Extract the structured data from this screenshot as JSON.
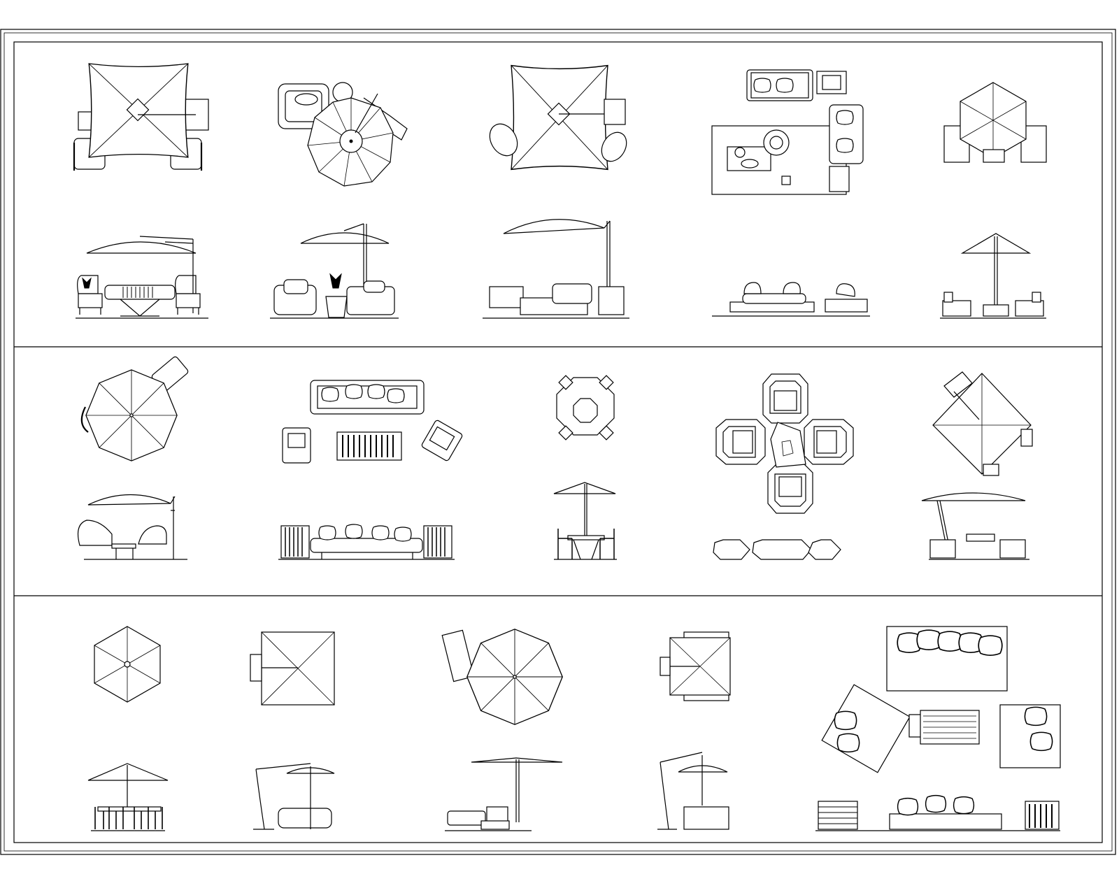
{
  "sheet": {
    "rows": 3,
    "line_color": "#000000",
    "background": "#ffffff"
  },
  "row1": [
    "umbrella-set-1",
    "umbrella-set-2",
    "umbrella-set-3",
    "lounge-set-4",
    "umbrella-set-5"
  ],
  "row2": [
    "umbrella-set-6",
    "sofa-set-7",
    "dining-set-8",
    "armchair-set-9",
    "umbrella-set-10"
  ],
  "row3": [
    "dining-set-11",
    "cantilever-set-12",
    "lounge-set-13",
    "cantilever-set-14",
    "sofa-set-15"
  ]
}
